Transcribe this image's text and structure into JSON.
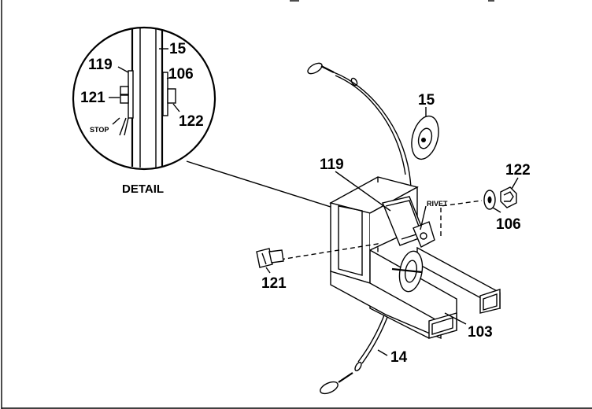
{
  "labels": {
    "detail_119": "119",
    "detail_15": "15",
    "detail_106": "106",
    "detail_121": "121",
    "detail_122": "122",
    "detail_stop": "STOP",
    "detail_caption": "DETAIL",
    "part_15": "15",
    "part_119": "119",
    "part_rivet": "RIVET",
    "part_122": "122",
    "part_106": "106",
    "part_121": "121",
    "part_103": "103",
    "part_14": "14"
  }
}
